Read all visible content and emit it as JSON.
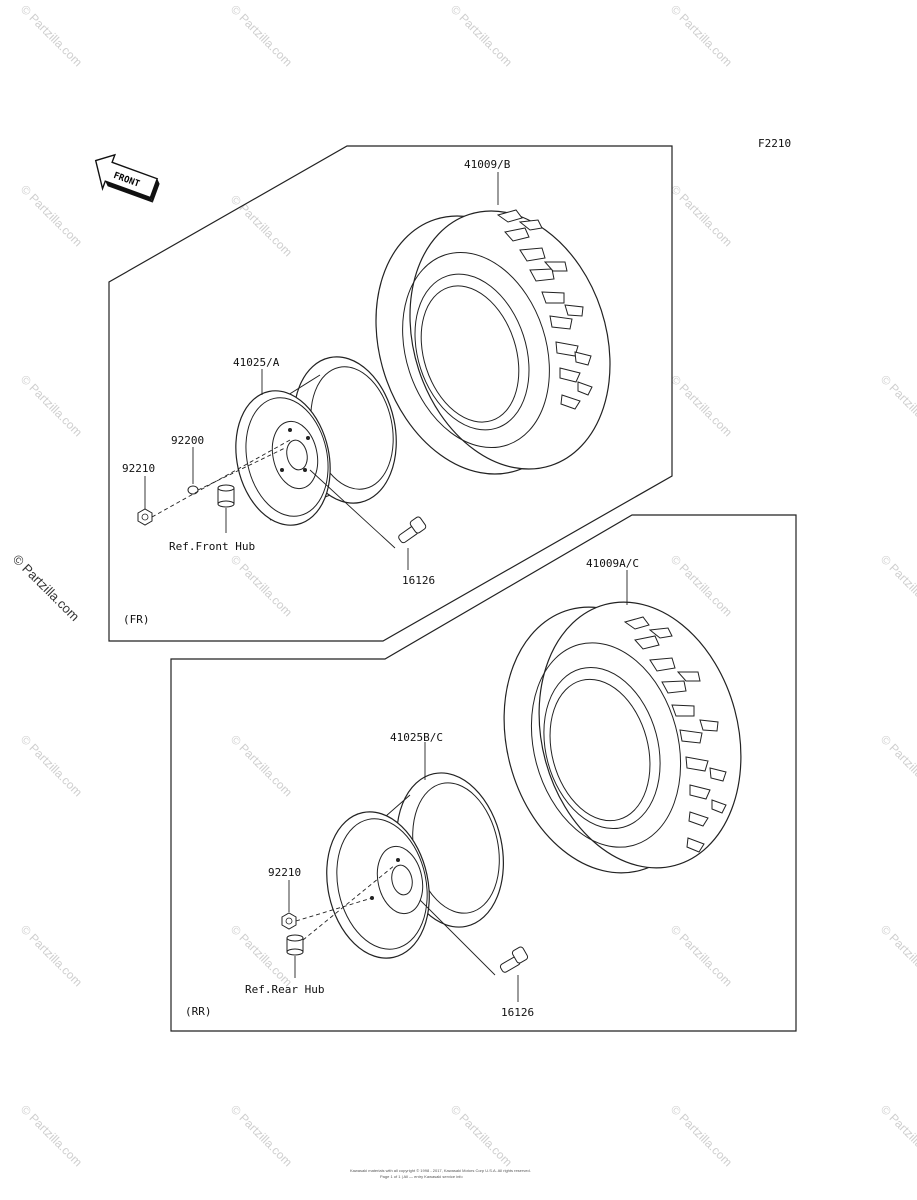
{
  "figure_code": "F2210",
  "front_arrow_label": "FRONT",
  "watermark": "© Partzilla.com",
  "front_section": {
    "tag": "(FR)",
    "tire_label": "41009/B",
    "wheel_label": "41025/A",
    "washer_label": "92200",
    "nut_label": "92210",
    "hub_ref": "Ref.Front Hub",
    "valve_label": "16126"
  },
  "rear_section": {
    "tag": "(RR)",
    "tire_label": "41009A/C",
    "wheel_label": "41025B/C",
    "nut_label": "92210",
    "hub_ref": "Ref.Rear Hub",
    "valve_label": "16126"
  },
  "copyright": {
    "line1": "Kawasaki materials with all copyright © 1998 - 2017, Kawasaki Motors Corp U.S.A. All rights reserved.",
    "line2": "Page 1 of 1 | All — entry Kawasaki service info"
  }
}
